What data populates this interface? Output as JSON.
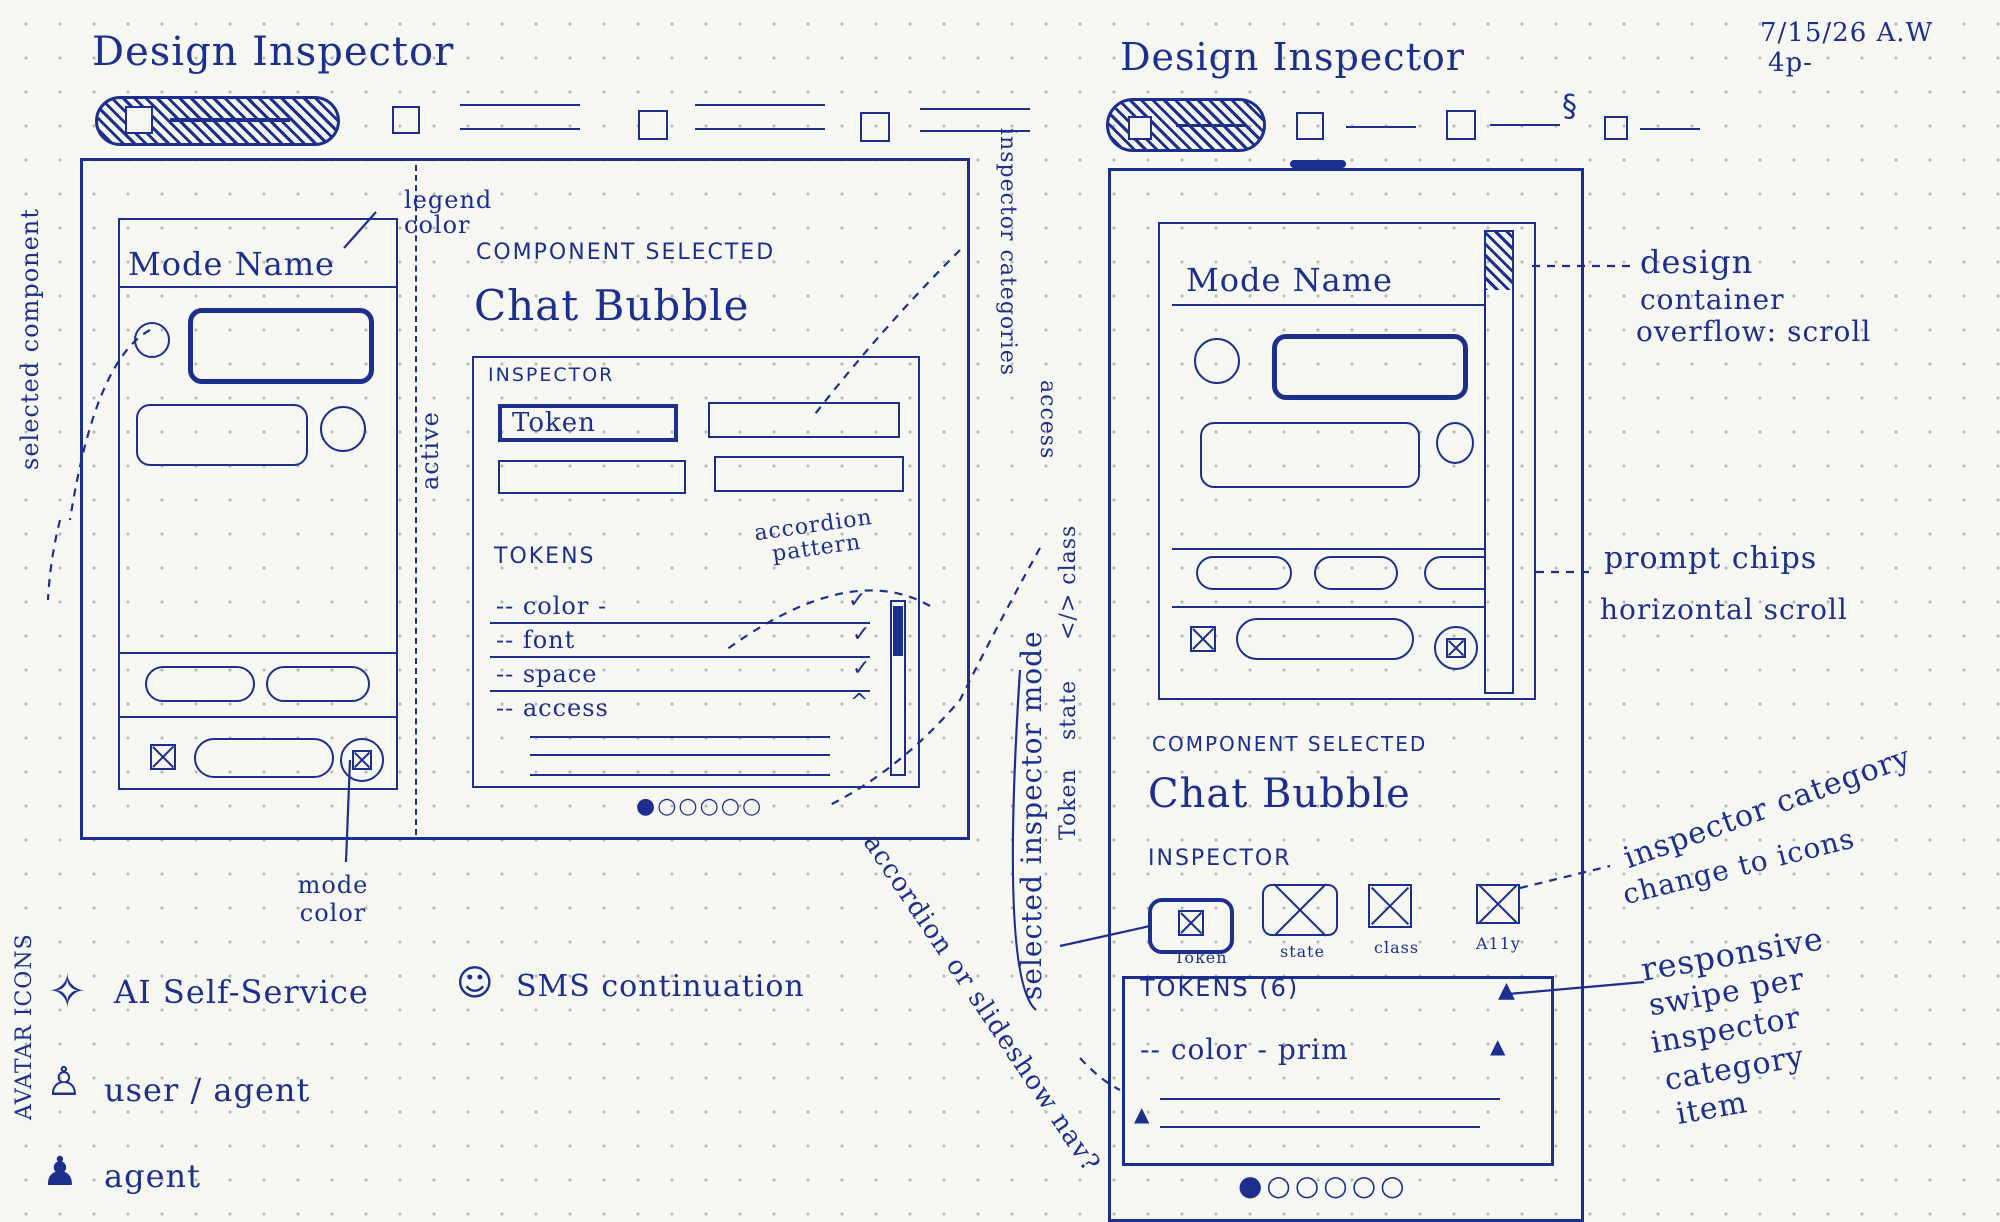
{
  "left_sketch": {
    "title": "Design Inspector",
    "mode_name": "Mode Name",
    "component_selected_label": "COMPONENT SELECTED",
    "component_name": "Chat Bubble",
    "inspector_label": "INSPECTOR",
    "token_tab": "Token",
    "tokens_label": "TOKENS",
    "token_rows": [
      "-- color -",
      "-- font",
      "-- space",
      "-- access"
    ],
    "pagination": "●○○○○○"
  },
  "left_annotations": {
    "legend_color": "legend color",
    "mode_color": "mode color",
    "selected_component": "selected component",
    "active": "active",
    "inspector_categories": "inspector categories",
    "accordion_pattern": "accordion pattern",
    "accordion_slideshow": "accordion or slideshow nav?",
    "selected_inspector_mode": "selected inspector mode",
    "mode_options": [
      "Token",
      "state",
      "</> class",
      "access"
    ]
  },
  "right_sketch": {
    "title": "Design Inspector",
    "date_note": [
      "7/15/26 A.W",
      "4p-"
    ],
    "mode_name": "Mode Name",
    "component_selected_label": "COMPONENT SELECTED",
    "component_name": "Chat Bubble",
    "inspector_label": "INSPECTOR",
    "inspector_icons": [
      "Token",
      "state",
      "class",
      "A11y"
    ],
    "tokens_header": "TOKENS (6)",
    "token_row": "-- color - prim",
    "pagination": "●○○○○○"
  },
  "right_annotations": {
    "design_container": [
      "design",
      "container",
      "overflow: scroll"
    ],
    "prompt_chips": [
      "prompt chips",
      "horizontal scroll"
    ],
    "inspector_category": [
      "inspector category",
      "change to icons"
    ],
    "responsive_swipe": [
      "responsive",
      "swipe per",
      "inspector",
      "category",
      "item"
    ]
  },
  "avatar_legend": {
    "heading": "AVATAR ICONS",
    "items": [
      "AI Self-Service",
      "SMS continuation",
      "user / agent",
      "agent"
    ]
  }
}
